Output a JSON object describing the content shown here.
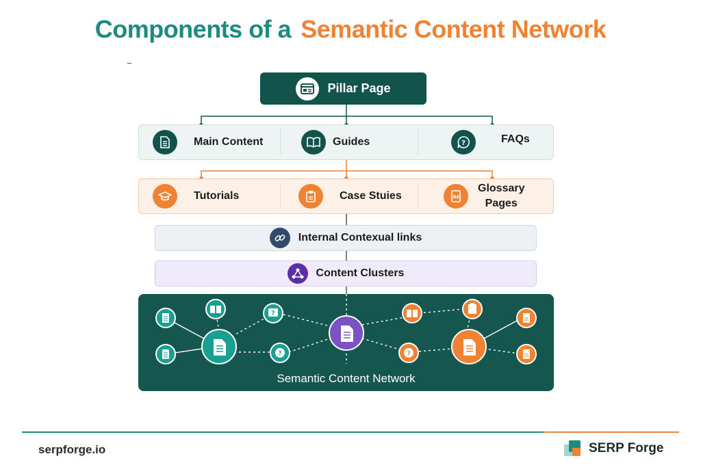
{
  "title": {
    "part1": "Components of a",
    "part2": "Semantic Content Network"
  },
  "pillar": {
    "label": "Pillar Page",
    "icon": "webpage-icon"
  },
  "row1": [
    {
      "label": "Main Content",
      "icon": "document-icon"
    },
    {
      "label": "Guides",
      "icon": "book-icon"
    },
    {
      "label": "FAQs",
      "icon": "question-bubble-icon"
    }
  ],
  "row2": [
    {
      "label": "Tutorials",
      "icon": "graduation-cap-icon"
    },
    {
      "label": "Case Stuies",
      "icon": "clipboard-icon"
    },
    {
      "label": "Glossary",
      "label2": "Pages",
      "icon": "glossary-icon"
    }
  ],
  "links_bar": {
    "label": "Internal Contexual links",
    "icon": "link-icon"
  },
  "clusters_bar": {
    "label": "Content Clusters",
    "icon": "cluster-icon"
  },
  "network": {
    "caption": "Semantic Content Network"
  },
  "footer": {
    "site": "serpforge.io",
    "brand": "SERP Forge"
  },
  "colors": {
    "teal": "#1e8a80",
    "dark_teal": "#12534c",
    "orange": "#f08234",
    "purple": "#7b52c4"
  }
}
